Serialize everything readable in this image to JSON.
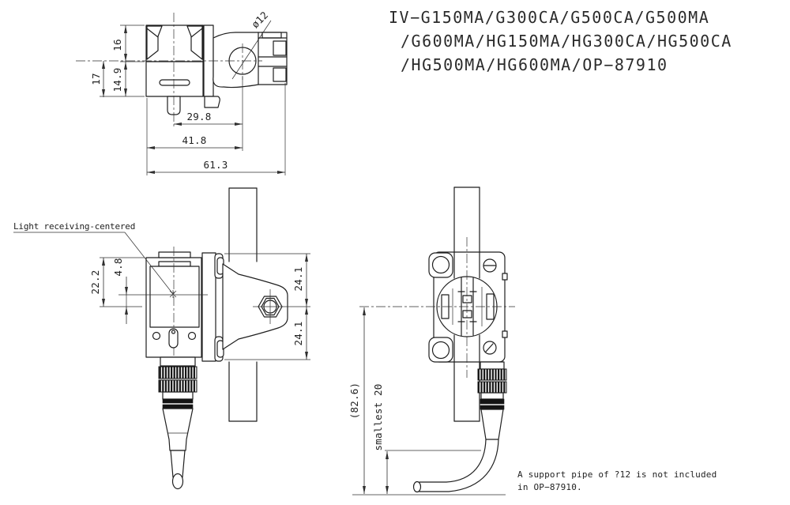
{
  "colors": {
    "background": "#ffffff",
    "ink": "#1f1f1f"
  },
  "title": {
    "line1": "IV−G150MA/G300CA/G500CA/G500MA",
    "line2": "/G600MA/HG150MA/HG300CA/HG500CA",
    "line3": "/HG500MA/HG600MA/OP−87910"
  },
  "side_view": {
    "dia_label": "ø12",
    "dim_top_height": "16",
    "dim_lower_height": "14.9",
    "dim_center_to_bottom": "17",
    "dim_center_to_clamp": "29.8",
    "dim_body_to_clamp": "41.8",
    "dim_overall_width": "61.3"
  },
  "front_view": {
    "light_label": "Light receiving-centered",
    "dim_top_to_center": "22.2",
    "dim_optical_offset": "4.8",
    "dim_upper_half": "24.1",
    "dim_lower_half": "24.1"
  },
  "rear_view": {
    "dim_overall_drop": "(82.6)",
    "dim_min_bend": "smallest 20"
  },
  "note": {
    "line1": "A support pipe of ?12 is not included",
    "line2": "in OP−87910."
  }
}
